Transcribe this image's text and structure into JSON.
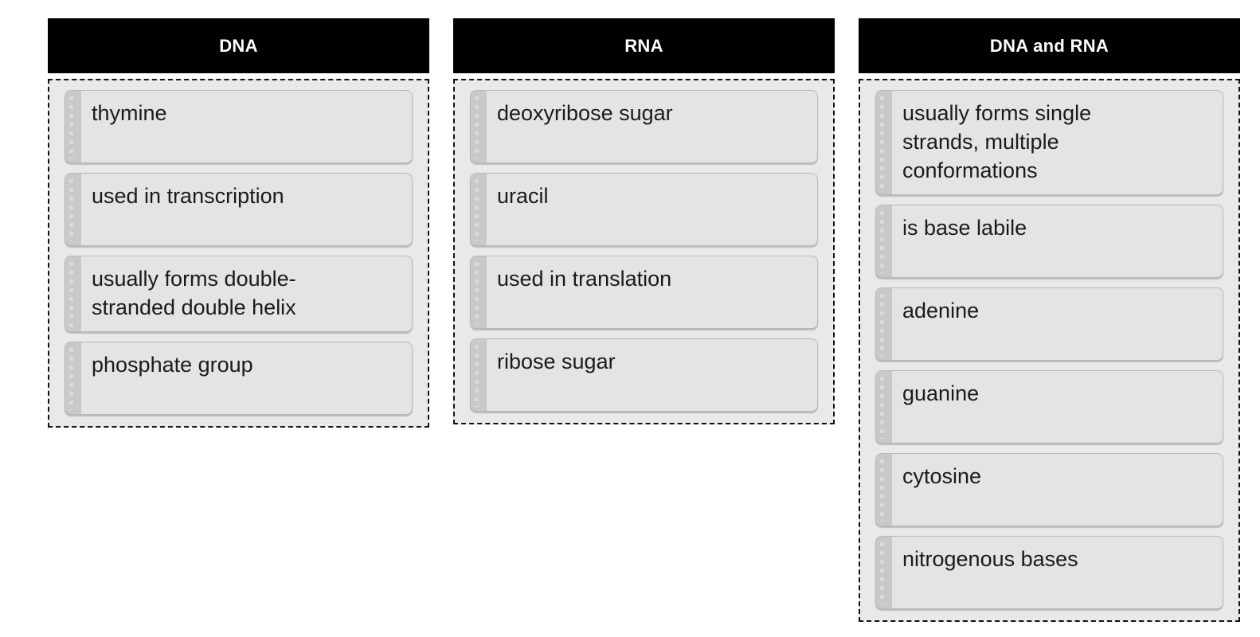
{
  "colors": {
    "header_bg": "#000000",
    "header_text": "#ffffff",
    "dropzone_bg": "#e9e9e9",
    "dropzone_border": "#111111",
    "card_bg": "#e4e4e4",
    "card_border": "#b9b9b9",
    "handle_bg": "#c9c9c9",
    "handle_dots": "#dadada",
    "card_text": "#1b1b1b"
  },
  "columns": [
    {
      "id": "dna",
      "title": "DNA",
      "cards": [
        "thymine",
        "used in transcription",
        "usually forms double-stranded double helix",
        "phosphate group"
      ]
    },
    {
      "id": "rna",
      "title": "RNA",
      "cards": [
        "deoxyribose sugar",
        "uracil",
        "used in translation",
        "ribose sugar"
      ]
    },
    {
      "id": "dna-and-rna",
      "title": "DNA and RNA",
      "cards": [
        "usually forms single strands, multiple conformations",
        "is base labile",
        "adenine",
        "guanine",
        "cytosine",
        "nitrogenous bases"
      ]
    }
  ]
}
